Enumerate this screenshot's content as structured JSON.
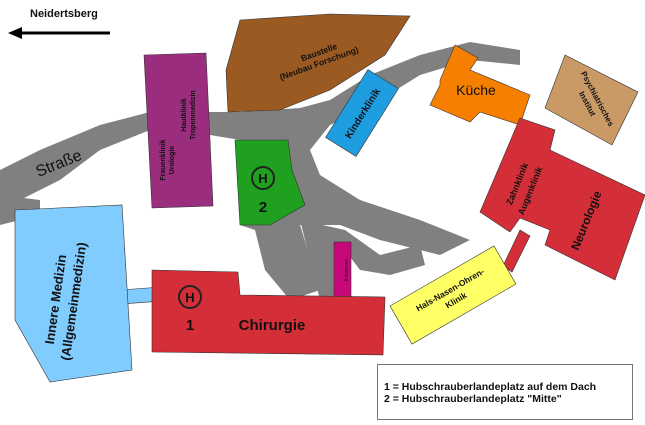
{
  "direction": {
    "label": "Neidertsberg",
    "icon": "arrow-left-icon"
  },
  "street_label": "Straße",
  "buildings": {
    "baustelle": {
      "line1": "Baustelle",
      "line2": "(Neubau Forschung)",
      "color": "#9a5a22"
    },
    "frauenklinik": {
      "line1": "Frauenklinik",
      "line2": "Urologie",
      "line3": "Hautklinik",
      "line4": "Tropenmedizin",
      "color": "#9b2d7f"
    },
    "helipad_mitte": {
      "symbol": "H",
      "number": "2",
      "color": "#1fa01f"
    },
    "kinderklinik": {
      "label": "Kinderklinik",
      "color": "#1e9ee0"
    },
    "kueche": {
      "label": "Küche",
      "color": "#f77f00"
    },
    "psychiatrie": {
      "line1": "Psychiatrisches",
      "line2": "Institut",
      "color": "#c99a66"
    },
    "zahnklinik": {
      "line1": "Zahnklinik",
      "line2": "Augenklinik",
      "color": "#d42f38"
    },
    "neurologie": {
      "label": "Neurologie",
      "color": "#d42f38"
    },
    "hno": {
      "line1": "Hals-Nasen-Ohren-",
      "line2": "Klinik",
      "color": "#ffff66"
    },
    "verwaltung": {
      "label": "Verwaltung",
      "color": "#c8087a"
    },
    "chirurgie": {
      "label": "Chirurgie",
      "symbol": "H",
      "number": "1",
      "color": "#d42f38"
    },
    "innere": {
      "line1": "Innere Medizin",
      "line2": "(Allgemeinmedizin)",
      "color": "#80ccff"
    }
  },
  "legend": {
    "line1": "1 = Hubschrauberlandeplatz auf dem Dach",
    "line2": "2 = Hubschrauberlandeplatz \"Mitte\""
  },
  "colors": {
    "road": "#808080"
  }
}
